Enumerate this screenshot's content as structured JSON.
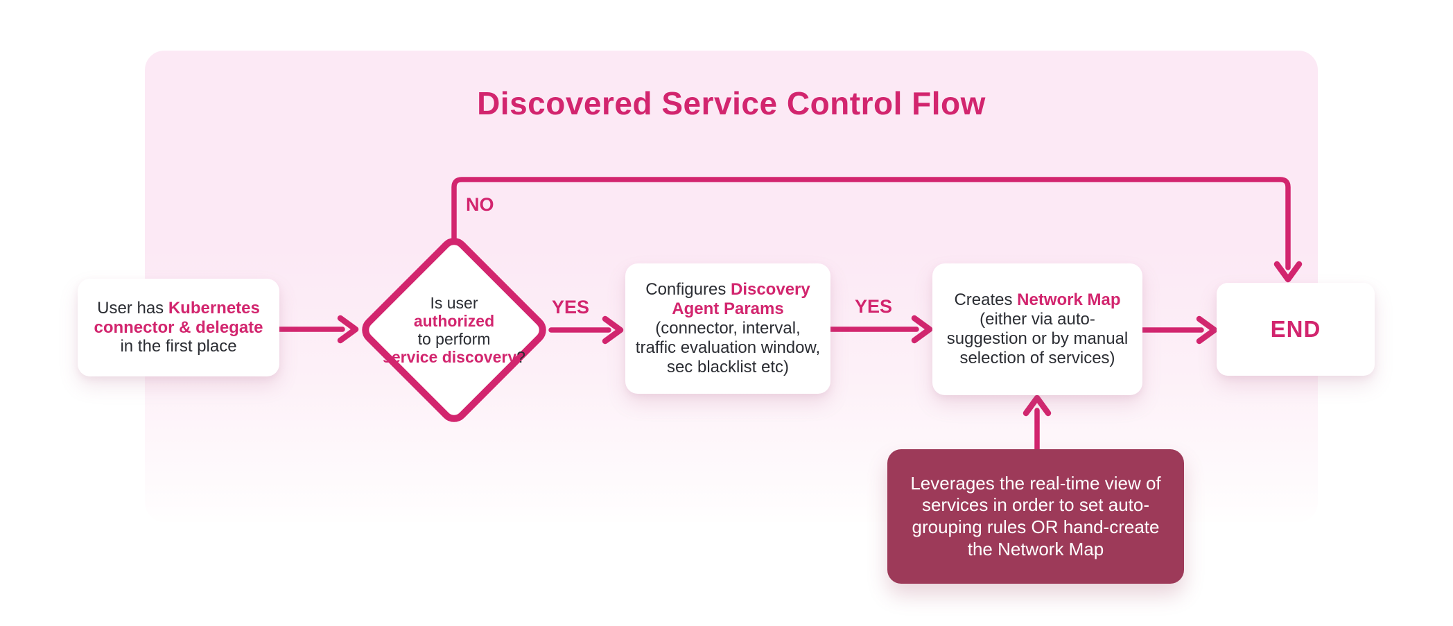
{
  "title": "Discovered Service Control Flow",
  "colors": {
    "accent": "#d2256e",
    "note_bg": "#9d3a59",
    "note_text": "#ffffff",
    "node_text": "#2b2d33",
    "card_bg": "#ffffff",
    "panel_pink": "#fce9f5"
  },
  "edges": {
    "no_label": "NO",
    "yes_label_1": "YES",
    "yes_label_2": "YES"
  },
  "nodes": {
    "start": {
      "rich": [
        {
          "t": "User has "
        },
        {
          "t": "Kubernetes",
          "accent": true
        },
        {
          "br": true
        },
        {
          "t": "connector & delegate",
          "accent": true
        },
        {
          "br": true
        },
        {
          "t": "in the first place"
        }
      ]
    },
    "decision": {
      "rich": [
        {
          "t": "Is user"
        },
        {
          "br": true
        },
        {
          "t": "authorized",
          "accent": true
        },
        {
          "br": true
        },
        {
          "t": "to perform"
        },
        {
          "br": true
        },
        {
          "t": "service discovery",
          "accent": true
        },
        {
          "t": "?"
        }
      ]
    },
    "configure": {
      "rich": [
        {
          "t": "Configures "
        },
        {
          "t": "Discovery",
          "accent": true
        },
        {
          "br": true
        },
        {
          "t": "Agent Params",
          "accent": true
        },
        {
          "br": true
        },
        {
          "t": "(connector, interval,"
        },
        {
          "br": true
        },
        {
          "t": "traffic evaluation window,"
        },
        {
          "br": true
        },
        {
          "t": "sec blacklist etc)"
        }
      ]
    },
    "create": {
      "rich": [
        {
          "t": "Creates "
        },
        {
          "t": "Network Map",
          "accent": true
        },
        {
          "br": true
        },
        {
          "t": "(either via auto-"
        },
        {
          "br": true
        },
        {
          "t": "suggestion or by manual"
        },
        {
          "br": true
        },
        {
          "t": "selection of services)"
        }
      ]
    },
    "end": {
      "label": "END"
    },
    "note": {
      "rich": [
        {
          "t": "Leverages the real-time view of"
        },
        {
          "br": true
        },
        {
          "t": "services in order to set auto-"
        },
        {
          "br": true
        },
        {
          "t": "grouping rules OR hand-create"
        },
        {
          "br": true
        },
        {
          "t": "the Network Map"
        }
      ]
    }
  }
}
